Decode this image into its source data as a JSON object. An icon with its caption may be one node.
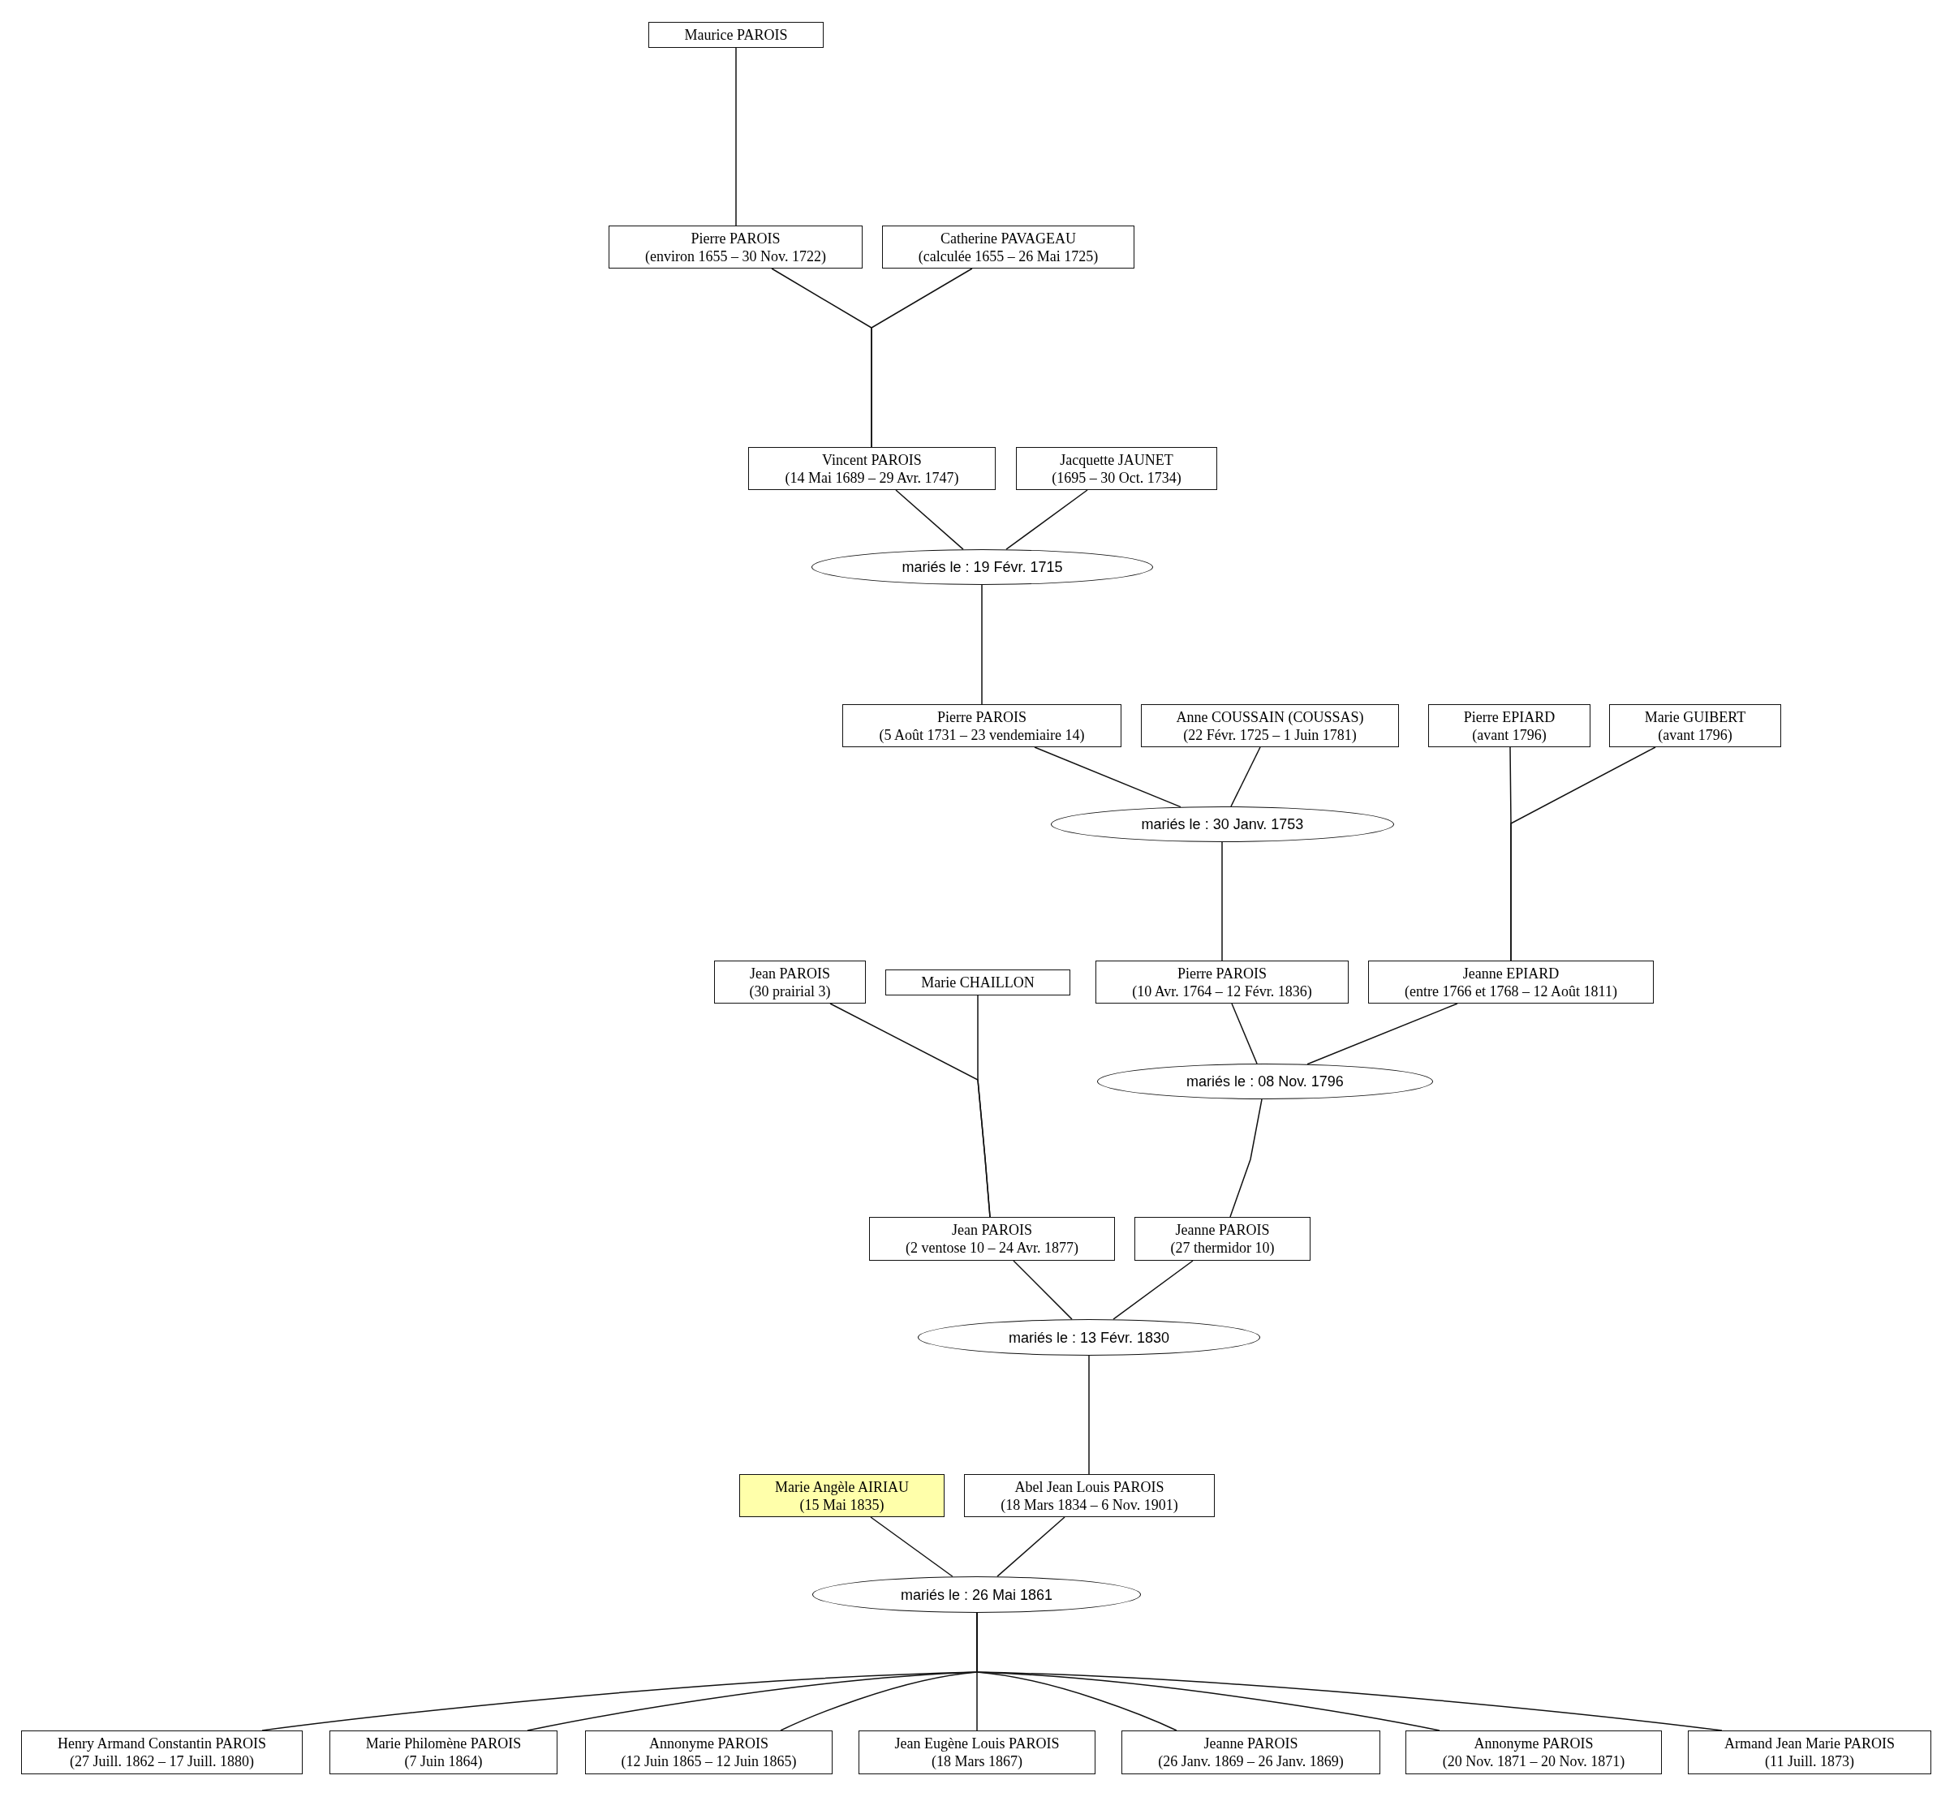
{
  "diagram": {
    "nodes": [
      {
        "text": [
          "Maurice PAROIS"
        ]
      },
      {
        "text": [
          "Pierre PAROIS",
          "(environ 1655 – 30 Nov. 1722)"
        ]
      },
      {
        "text": [
          "Catherine PAVAGEAU",
          "(calculée 1655 – 26 Mai 1725)"
        ]
      },
      {
        "text": [
          "Vincent PAROIS",
          "(14 Mai 1689 – 29 Avr. 1747)"
        ]
      },
      {
        "text": [
          "Jacquette JAUNET",
          "(1695 – 30 Oct. 1734)"
        ]
      },
      {
        "text": [
          "mariés le : 19 Févr. 1715"
        ]
      },
      {
        "text": [
          "Pierre PAROIS",
          "(5 Août 1731 – 23 vendemiaire 14)"
        ]
      },
      {
        "text": [
          "Anne COUSSAIN (COUSSAS)",
          "(22 Févr. 1725 – 1 Juin 1781)"
        ]
      },
      {
        "text": [
          "Pierre EPIARD",
          "(avant 1796)"
        ]
      },
      {
        "text": [
          "Marie GUIBERT",
          "(avant 1796)"
        ]
      },
      {
        "text": [
          "mariés le : 30 Janv. 1753"
        ]
      },
      {
        "text": [
          "Jean PAROIS",
          "(30 prairial 3)"
        ]
      },
      {
        "text": [
          "Marie CHAILLON"
        ]
      },
      {
        "text": [
          "Pierre PAROIS",
          "(10 Avr. 1764 – 12 Févr. 1836)"
        ]
      },
      {
        "text": [
          "Jeanne EPIARD",
          "(entre 1766 et 1768 – 12 Août 1811)"
        ]
      },
      {
        "text": [
          "mariés le : 08 Nov. 1796"
        ]
      },
      {
        "text": [
          "Jean PAROIS",
          "(2 ventose 10 – 24 Avr. 1877)"
        ]
      },
      {
        "text": [
          "Jeanne PAROIS",
          "(27 thermidor 10)"
        ]
      },
      {
        "text": [
          "mariés le : 13 Févr. 1830"
        ]
      },
      {
        "text": [
          "Marie Angèle AIRIAU",
          "(15 Mai 1835)"
        ]
      },
      {
        "text": [
          "Abel Jean Louis PAROIS",
          "(18 Mars 1834 – 6 Nov. 1901)"
        ]
      },
      {
        "text": [
          "mariés le : 26 Mai 1861"
        ]
      },
      {
        "text": [
          "Henry Armand Constantin PAROIS",
          "(27 Juill. 1862 – 17 Juill. 1880)"
        ]
      },
      {
        "text": [
          "Marie Philomène PAROIS",
          "(7 Juin 1864)"
        ]
      },
      {
        "text": [
          "Annonyme PAROIS",
          "(12 Juin 1865 – 12 Juin 1865)"
        ]
      },
      {
        "text": [
          "Jean Eugène Louis PAROIS",
          "(18 Mars 1867)"
        ]
      },
      {
        "text": [
          "Jeanne PAROIS",
          "(26 Janv. 1869 – 26 Janv. 1869)"
        ]
      },
      {
        "text": [
          "Annonyme PAROIS",
          "(20 Nov. 1871 – 20 Nov. 1871)"
        ]
      },
      {
        "text": [
          "Armand Jean Marie PAROIS",
          "(11 Juill. 1873)"
        ]
      }
    ],
    "edges": [
      {
        "from": 0,
        "to": 1,
        "arrow": "none"
      },
      {
        "from": 1,
        "to": 3,
        "arrow": "none"
      },
      {
        "from": 2,
        "to": 3,
        "arrow": "none"
      },
      {
        "from": 3,
        "to": 5,
        "arrow": "none"
      },
      {
        "from": 4,
        "to": 5,
        "arrow": "none"
      },
      {
        "from": 5,
        "to": 6,
        "arrow": "none"
      },
      {
        "from": 6,
        "to": 10,
        "arrow": "none"
      },
      {
        "from": 7,
        "to": 10,
        "arrow": "none"
      },
      {
        "from": 10,
        "to": 13,
        "arrow": "none"
      },
      {
        "from": 8,
        "to": 14,
        "arrow": "none"
      },
      {
        "from": 9,
        "to": 14,
        "arrow": "none"
      },
      {
        "from": 13,
        "to": 15,
        "arrow": "none"
      },
      {
        "from": 14,
        "to": 15,
        "arrow": "none"
      },
      {
        "from": 11,
        "to": 16,
        "arrow": "none"
      },
      {
        "from": 12,
        "to": 16,
        "arrow": "none"
      },
      {
        "from": 15,
        "to": 17,
        "arrow": "none"
      },
      {
        "from": 16,
        "to": 18,
        "arrow": "none"
      },
      {
        "from": 17,
        "to": 18,
        "arrow": "none"
      },
      {
        "from": 18,
        "to": 20,
        "arrow": "none"
      },
      {
        "from": 19,
        "to": 21,
        "arrow": "none"
      },
      {
        "from": 20,
        "to": 21,
        "arrow": "none"
      },
      {
        "from": 21,
        "to": 22,
        "arrow": "none"
      },
      {
        "from": 21,
        "to": 23,
        "arrow": "none"
      },
      {
        "from": 21,
        "to": 24,
        "arrow": "none"
      },
      {
        "from": 21,
        "to": 25,
        "arrow": "none"
      },
      {
        "from": 21,
        "to": 26,
        "arrow": "none"
      },
      {
        "from": 21,
        "to": 27,
        "arrow": "none"
      },
      {
        "from": 21,
        "to": 28,
        "arrow": "none"
      }
    ]
  }
}
